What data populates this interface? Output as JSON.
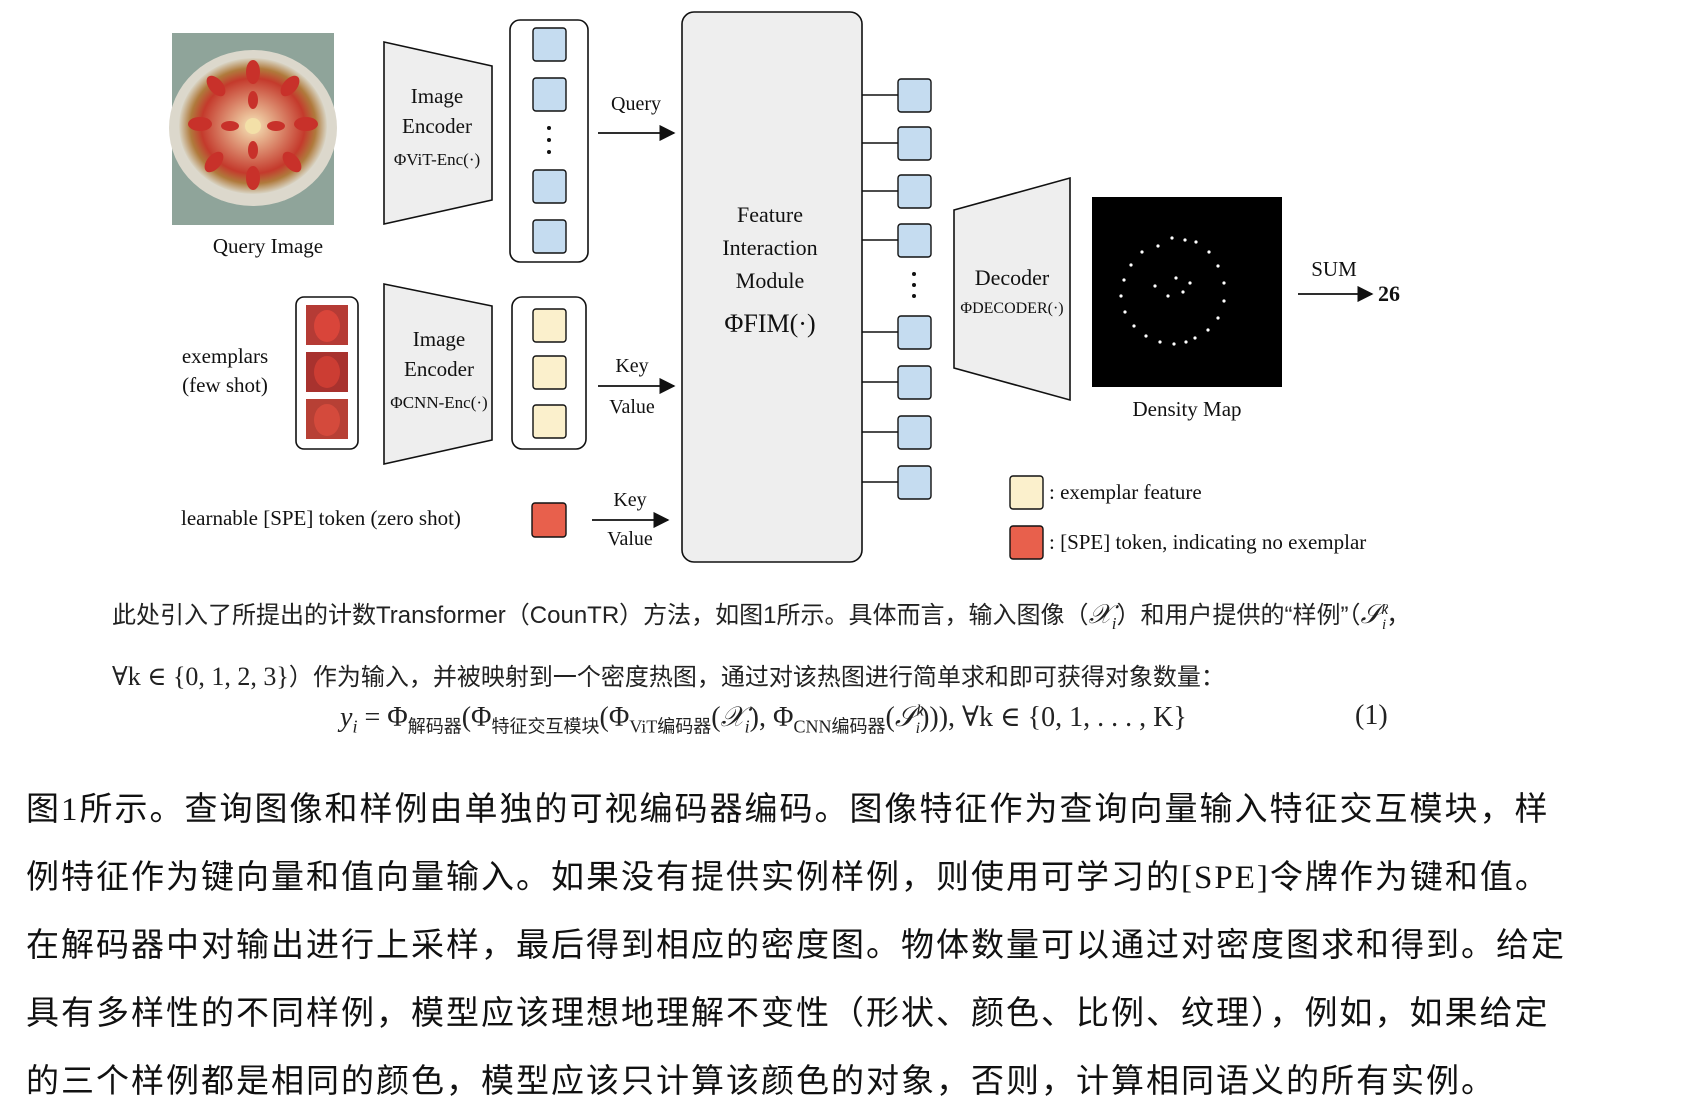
{
  "figure": {
    "query_image_label": "Query Image",
    "image_encoder_label_1": "Image",
    "image_encoder_label_2": "Encoder",
    "vit_encoder_symbol": "ΦViT-Enc(·)",
    "cnn_encoder_symbol": "ΦCNN-Enc(·)",
    "query_arrow_label": "Query",
    "exemplars_label_1": "exemplars",
    "exemplars_label_2": "(few shot)",
    "key_label": "Key",
    "value_label": "Value",
    "spe_token_label": "learnable [SPE] token (zero shot)",
    "fim_label_1": "Feature",
    "fim_label_2": "Interaction",
    "fim_label_3": "Module",
    "fim_symbol": "ΦFIM(·)",
    "decoder_label": "Decoder",
    "decoder_symbol": "ΦDECODER(·)",
    "density_map_label": "Density Map",
    "sum_label": "SUM",
    "count_value": "26",
    "legend_exemplar": ": exemplar feature",
    "legend_spe": ": [SPE] token, indicating no exemplar",
    "colors": {
      "query_token": "#c5dcf0",
      "exemplar_token": "#fbf0cc",
      "spe_token": "#e8604c",
      "module_fill": "#eeeeee"
    }
  },
  "caption": {
    "line1_a": "此处引入了所提出的计数Transformer（CounTR）方法，如图1所示。具体而言，输入图像（",
    "line1_var_x": "𝒳",
    "line1_sub_i": "i",
    "line1_b": "）和用户提供的“样例”（",
    "line1_var_s": "𝒮",
    "line1_c": "，",
    "line2_a": "∀k ∈ {0, 1, 2, 3}",
    "line2_b": "）作为输入，并被映射到一个密度热图，通过对该热图进行简单求和即可获得对象数量："
  },
  "equation": {
    "lhs": "y",
    "phi": "Φ",
    "sub_decoder": "解码器",
    "sub_fim": "特征交互模块",
    "sub_vit": "ViT编码器",
    "sub_cnn": "CNN编码器",
    "x": "𝒳",
    "s": "𝒮",
    "quantifier": ", ∀k ∈ {0, 1, . . . , K}",
    "number": "(1)"
  },
  "body": {
    "line1": "图1所示。查询图像和样例由单独的可视编码器编码。图像特征作为查询向量输入特征交互模块，样",
    "line2": "例特征作为键向量和值向量输入。如果没有提供实例样例，则使用可学习的[SPE]令牌作为键和值。",
    "line3": "在解码器中对输出进行上采样，最后得到相应的密度图。物体数量可以通过对密度图求和得到。给定",
    "line4": "具有多样性的不同样例，模型应该理想地理解不变性（形状、颜色、比例、纹理），例如，如果给定",
    "line5": "的三个样例都是相同的颜色，模型应该只计算该颜色的对象，否则，计算相同语义的所有实例。"
  }
}
